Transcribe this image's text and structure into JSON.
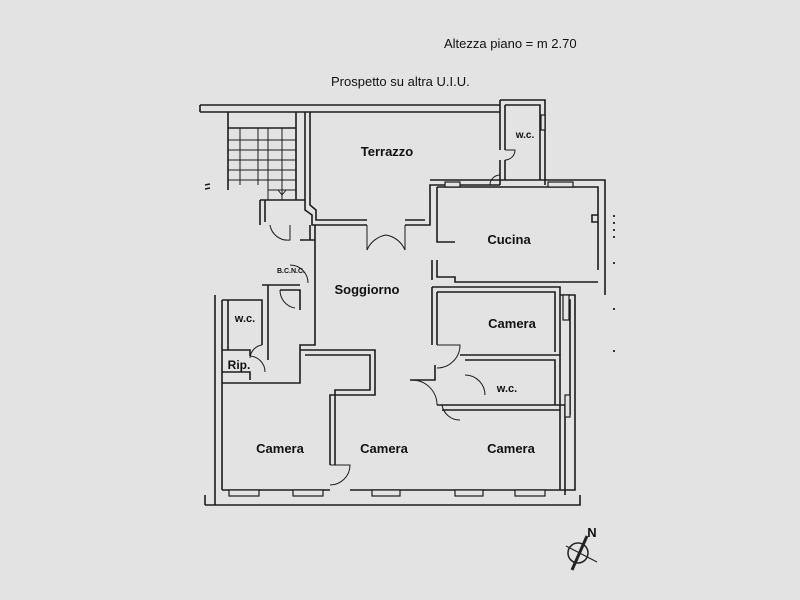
{
  "header": {
    "floor_height": "Altezza piano = m 2.70",
    "elevation_note": "Prospetto su altra U.I.U."
  },
  "rooms": {
    "terrazzo": "Terrazzo",
    "wc_top": "w.c.",
    "cucina": "Cucina",
    "bcnc": "B.C.N.C.",
    "soggiorno": "Soggiorno",
    "camera_right_top": "Camera",
    "wc_left": "w.c.",
    "rip": "Rip.",
    "wc_right": "w.c.",
    "camera_left": "Camera",
    "camera_center": "Camera",
    "camera_right_bottom": "Camera"
  },
  "compass": {
    "label": "N"
  }
}
